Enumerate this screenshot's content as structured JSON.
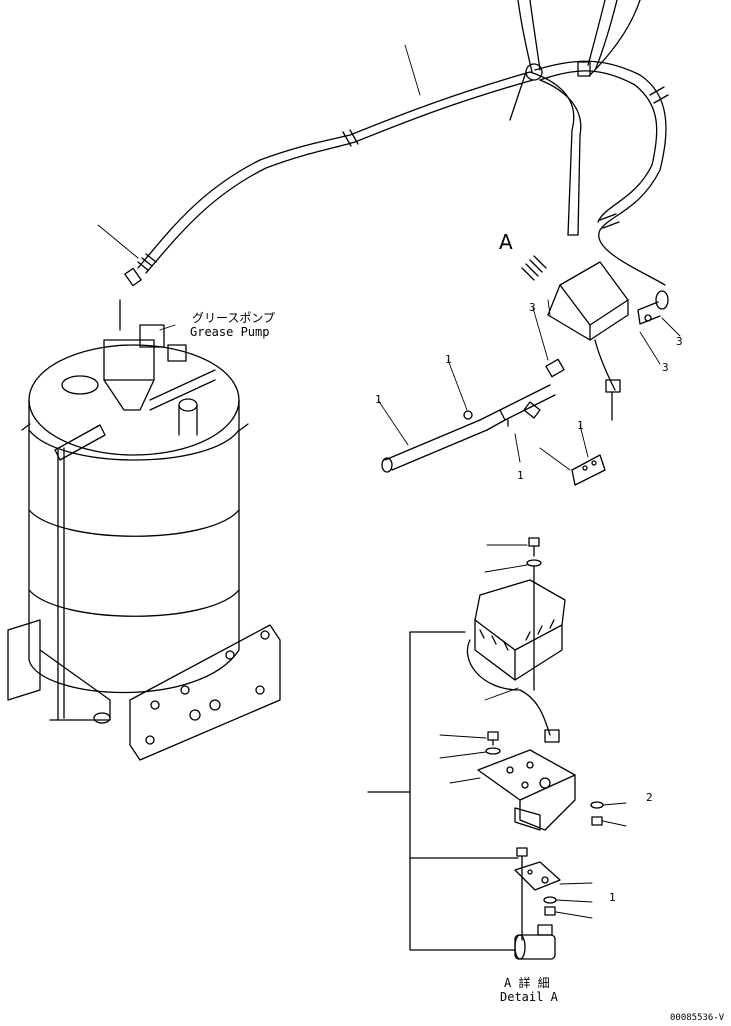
{
  "labels": {
    "grease_pump_jp": "グリースポンプ",
    "grease_pump_en": "Grease Pump",
    "view_a": "A",
    "callout_1a": "1",
    "callout_1b": "1",
    "callout_1c": "1",
    "callout_3a": "3",
    "callout_3b": "3",
    "callout_3c": "3",
    "callout_1d": "1",
    "callout_2": "2",
    "callout_1e": "1",
    "detail_jp": "A 詳 細",
    "detail_en": "Detail A",
    "drawing_number": "00085536-V"
  }
}
